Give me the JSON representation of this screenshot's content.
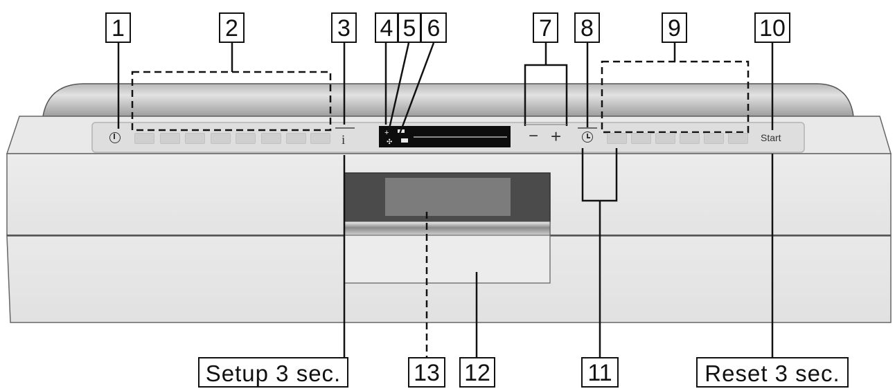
{
  "panel": {
    "start_label": "Start",
    "minus_label": "−",
    "plus_label": "+",
    "info_label": "i",
    "power_icon": "power-icon",
    "timer_icon": "timer-icon",
    "left_program_buttons": 8,
    "right_option_buttons": 6
  },
  "callouts": {
    "c1": "1",
    "c2": "2",
    "c3": "3",
    "c4": "4",
    "c5": "5",
    "c6": "6",
    "c7": "7",
    "c8": "8",
    "c9": "9",
    "c10": "10",
    "c11": "11",
    "c12": "12",
    "c13": "13",
    "setup": "Setup 3 sec.",
    "reset": "Reset 3 sec."
  }
}
